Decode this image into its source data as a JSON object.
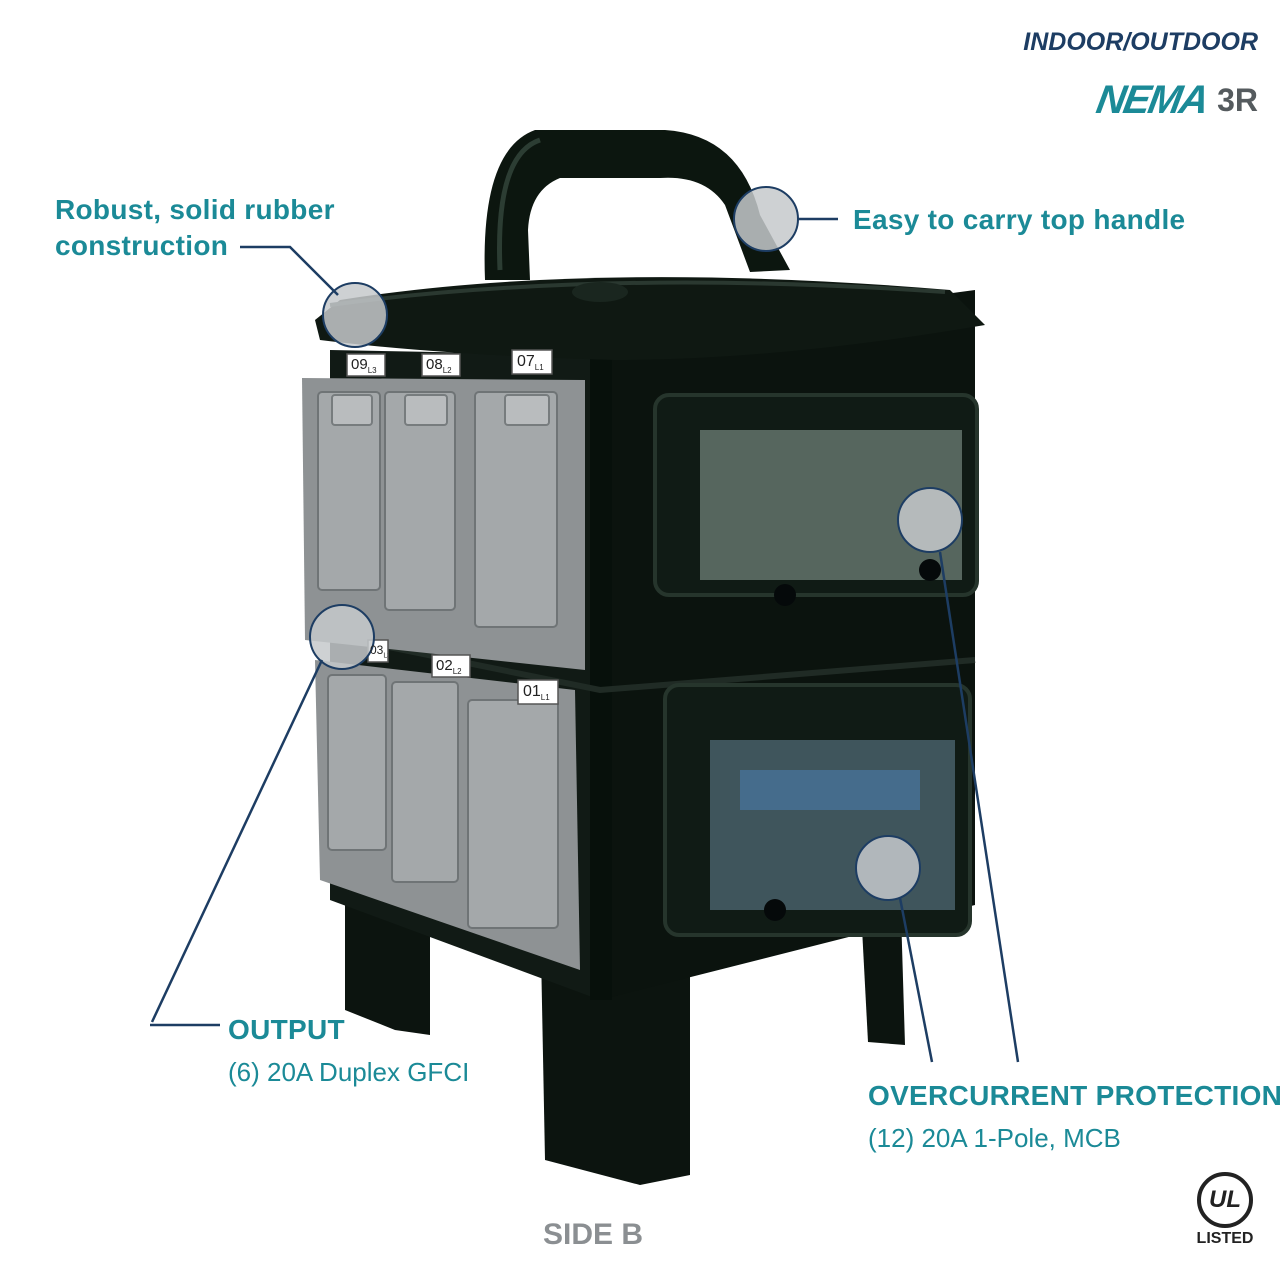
{
  "header": {
    "environment": "INDOOR/OUTDOOR",
    "nema_logo": "NEMA",
    "nema_rating": "3R"
  },
  "callouts": {
    "construction": "Robust, solid rubber construction",
    "handle": "Easy to carry top handle",
    "output_title": "OUTPUT",
    "output_detail": "(6) 20A Duplex GFCI",
    "protection_title": "OVERCURRENT PROTECTION",
    "protection_detail": "(12) 20A 1-Pole, MCB"
  },
  "receptacle_labels": {
    "top": [
      "09",
      "08",
      "07"
    ],
    "top_sub": [
      "L3",
      "L2",
      "L1"
    ],
    "bottom": [
      "03",
      "02",
      "01"
    ],
    "bottom_sub": [
      "L3",
      "L2",
      "L1"
    ]
  },
  "footer": {
    "side": "SIDE B",
    "ul_mark": "UL",
    "ul_listed": "LISTED"
  },
  "colors": {
    "accent": "#1b8a97",
    "leader_lines": "#1d3d63",
    "body": "#0f1a14",
    "covers": "#9ea1a3"
  }
}
